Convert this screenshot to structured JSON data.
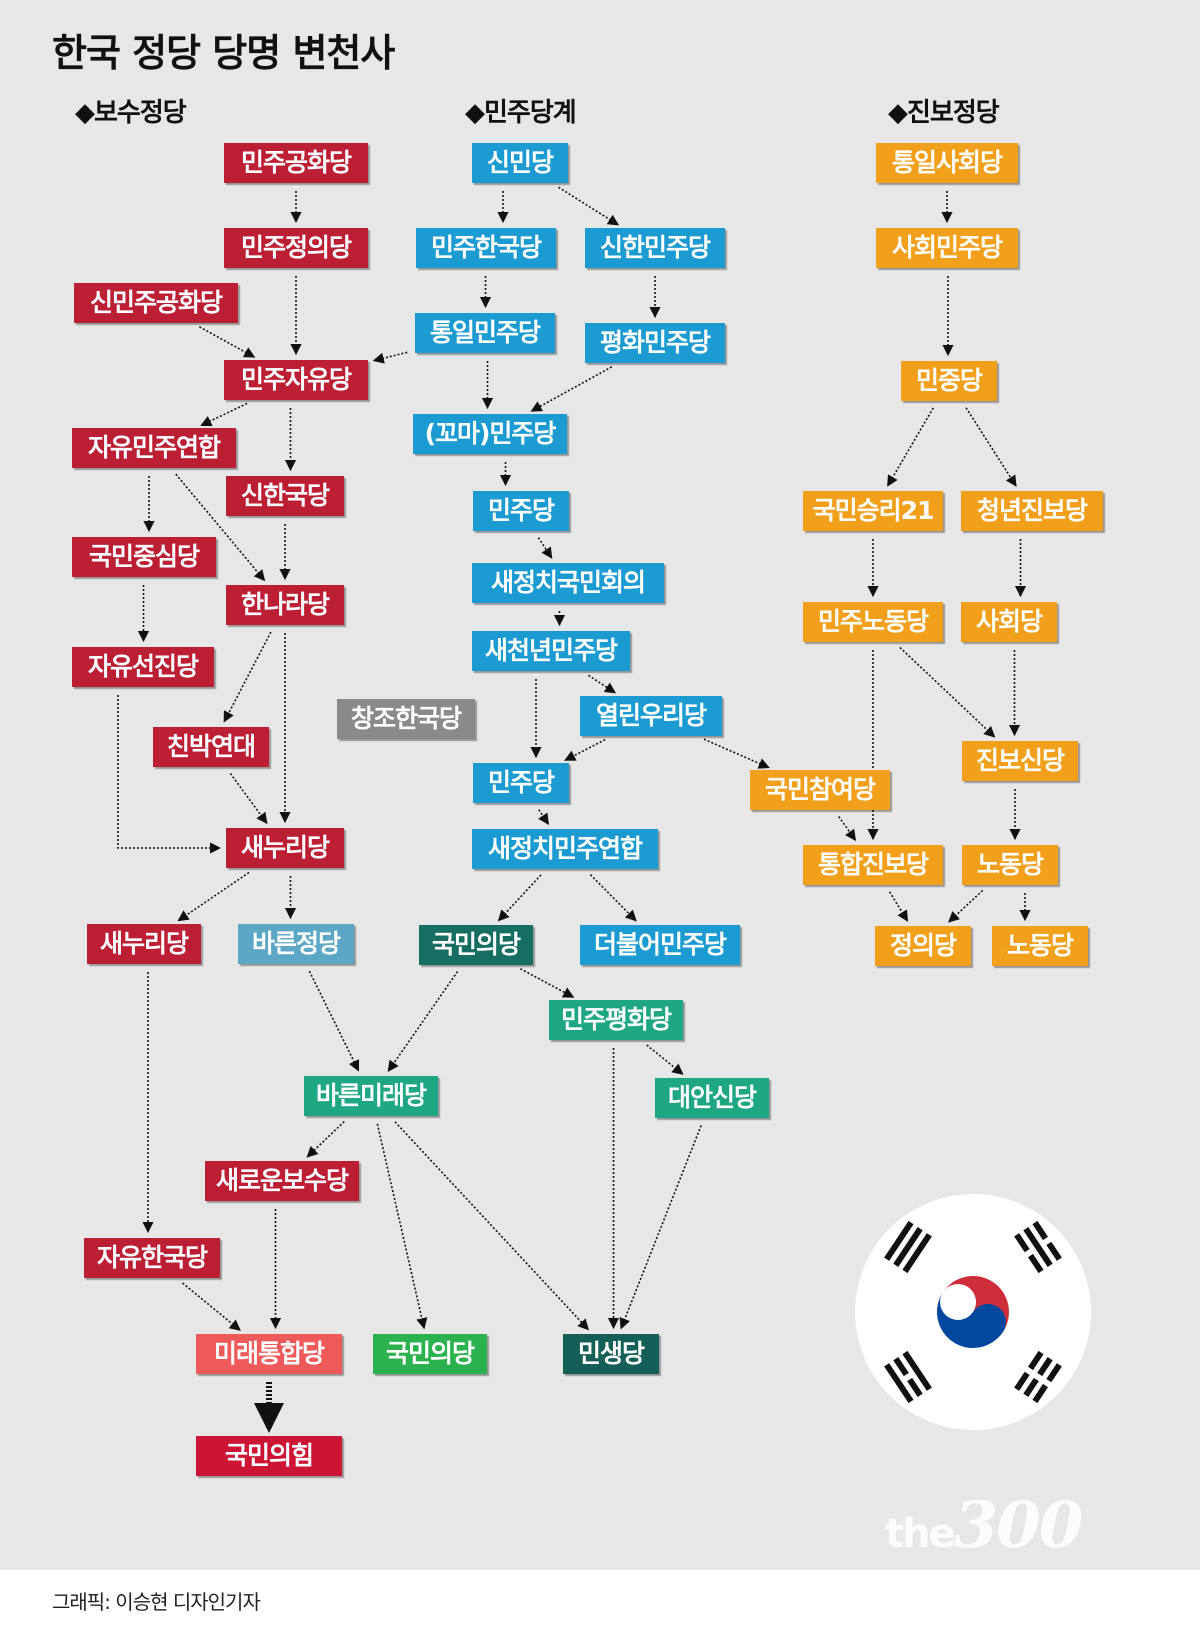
{
  "title": "한국 정당 당명 변천사",
  "credit": "그래픽: 이승현 디자인기자",
  "watermark": {
    "the": "the",
    "num": "300"
  },
  "colors": {
    "conservative": "#bc1f34",
    "minjoo": "#1b9bd1",
    "progressive": "#f2a01c",
    "changjo": "#8a8a8a",
    "bareun_jeongdang": "#5ca7c6",
    "gukmin_uidang_2016": "#166d62",
    "green": "#1fa784",
    "gukmin_uidang_2022": "#2bb14d",
    "minsaeng": "#145f57",
    "future_united": "#ee5a5a",
    "ppp": "#cc1535"
  },
  "columns": [
    {
      "id": "conservative",
      "label": "◆보수정당"
    },
    {
      "id": "minjoo",
      "label": "◆민주당계"
    },
    {
      "id": "progressive",
      "label": "◆진보정당"
    }
  ],
  "parties": [
    {
      "id": "c1",
      "label": "민주공화당",
      "color": "conservative"
    },
    {
      "id": "c2",
      "label": "민주정의당",
      "color": "conservative"
    },
    {
      "id": "c3",
      "label": "신민주공화당",
      "color": "conservative"
    },
    {
      "id": "c4",
      "label": "민주자유당",
      "color": "conservative"
    },
    {
      "id": "c5",
      "label": "자유민주연합",
      "color": "conservative"
    },
    {
      "id": "c6",
      "label": "신한국당",
      "color": "conservative"
    },
    {
      "id": "c7",
      "label": "국민중심당",
      "color": "conservative"
    },
    {
      "id": "c8",
      "label": "한나라당",
      "color": "conservative"
    },
    {
      "id": "c9",
      "label": "자유선진당",
      "color": "conservative"
    },
    {
      "id": "c10",
      "label": "친박연대",
      "color": "conservative"
    },
    {
      "id": "c11",
      "label": "새누리당",
      "color": "conservative"
    },
    {
      "id": "c12",
      "label": "새누리당",
      "color": "conservative"
    },
    {
      "id": "c13",
      "label": "바른정당",
      "color": "bareun_jeongdang"
    },
    {
      "id": "c14",
      "label": "새로운보수당",
      "color": "conservative"
    },
    {
      "id": "c15",
      "label": "자유한국당",
      "color": "conservative"
    },
    {
      "id": "c16",
      "label": "미래통합당",
      "color": "future_united"
    },
    {
      "id": "c17",
      "label": "국민의힘",
      "color": "ppp"
    },
    {
      "id": "m1",
      "label": "신민당",
      "color": "minjoo"
    },
    {
      "id": "m2",
      "label": "민주한국당",
      "color": "minjoo"
    },
    {
      "id": "m3",
      "label": "신한민주당",
      "color": "minjoo"
    },
    {
      "id": "m4",
      "label": "통일민주당",
      "color": "minjoo"
    },
    {
      "id": "m5",
      "label": "평화민주당",
      "color": "minjoo"
    },
    {
      "id": "m6",
      "label": "(꼬마)민주당",
      "color": "minjoo"
    },
    {
      "id": "m7",
      "label": "민주당",
      "color": "minjoo"
    },
    {
      "id": "m8",
      "label": "새정치국민회의",
      "color": "minjoo"
    },
    {
      "id": "m9",
      "label": "새천년민주당",
      "color": "minjoo"
    },
    {
      "id": "m10",
      "label": "창조한국당",
      "color": "changjo"
    },
    {
      "id": "m11",
      "label": "열린우리당",
      "color": "minjoo"
    },
    {
      "id": "m12",
      "label": "민주당",
      "color": "minjoo"
    },
    {
      "id": "m13",
      "label": "새정치민주연합",
      "color": "minjoo"
    },
    {
      "id": "m14",
      "label": "국민의당",
      "color": "gukmin_uidang_2016"
    },
    {
      "id": "m15",
      "label": "더불어민주당",
      "color": "minjoo"
    },
    {
      "id": "m16",
      "label": "민주평화당",
      "color": "green"
    },
    {
      "id": "m17",
      "label": "바른미래당",
      "color": "green"
    },
    {
      "id": "m18",
      "label": "대안신당",
      "color": "green"
    },
    {
      "id": "m19",
      "label": "국민의당",
      "color": "gukmin_uidang_2022"
    },
    {
      "id": "m20",
      "label": "민생당",
      "color": "minsaeng"
    },
    {
      "id": "p1",
      "label": "통일사회당",
      "color": "progressive"
    },
    {
      "id": "p2",
      "label": "사회민주당",
      "color": "progressive"
    },
    {
      "id": "p3",
      "label": "민중당",
      "color": "progressive"
    },
    {
      "id": "p4",
      "label": "국민승리21",
      "color": "progressive"
    },
    {
      "id": "p5",
      "label": "청년진보당",
      "color": "progressive"
    },
    {
      "id": "p6",
      "label": "민주노동당",
      "color": "progressive"
    },
    {
      "id": "p7",
      "label": "사회당",
      "color": "progressive"
    },
    {
      "id": "p8",
      "label": "진보신당",
      "color": "progressive"
    },
    {
      "id": "p9",
      "label": "국민참여당",
      "color": "progressive"
    },
    {
      "id": "p10",
      "label": "통합진보당",
      "color": "progressive"
    },
    {
      "id": "p11",
      "label": "노동당",
      "color": "progressive"
    },
    {
      "id": "p12",
      "label": "정의당",
      "color": "progressive"
    },
    {
      "id": "p13",
      "label": "노동당",
      "color": "progressive"
    }
  ],
  "edges": [
    [
      "c1",
      "c2"
    ],
    [
      "c2",
      "c4"
    ],
    [
      "c3",
      "c4"
    ],
    [
      "m4",
      "c4"
    ],
    [
      "c4",
      "c5"
    ],
    [
      "c4",
      "c6"
    ],
    [
      "c5",
      "c7"
    ],
    [
      "c5",
      "c8"
    ],
    [
      "c6",
      "c8"
    ],
    [
      "c7",
      "c9"
    ],
    [
      "c8",
      "c10"
    ],
    [
      "c8",
      "c11"
    ],
    [
      "c9",
      "c11"
    ],
    [
      "c10",
      "c11"
    ],
    [
      "c11",
      "c12"
    ],
    [
      "c11",
      "c13"
    ],
    [
      "c12",
      "c15"
    ],
    [
      "c13",
      "m17"
    ],
    [
      "m17",
      "c14"
    ],
    [
      "c14",
      "c16"
    ],
    [
      "c15",
      "c16"
    ],
    [
      "c16",
      "c17"
    ],
    [
      "m1",
      "m2"
    ],
    [
      "m1",
      "m3"
    ],
    [
      "m2",
      "m4"
    ],
    [
      "m3",
      "m5"
    ],
    [
      "m4",
      "m6"
    ],
    [
      "m5",
      "m6"
    ],
    [
      "m6",
      "m7"
    ],
    [
      "m7",
      "m8"
    ],
    [
      "m8",
      "m9"
    ],
    [
      "m9",
      "m11"
    ],
    [
      "m9",
      "m12"
    ],
    [
      "m11",
      "m12"
    ],
    [
      "m11",
      "p9"
    ],
    [
      "m12",
      "m13"
    ],
    [
      "m13",
      "m14"
    ],
    [
      "m13",
      "m15"
    ],
    [
      "m14",
      "m16"
    ],
    [
      "m14",
      "m17"
    ],
    [
      "m16",
      "m18"
    ],
    [
      "m16",
      "m20"
    ],
    [
      "m17",
      "m19"
    ],
    [
      "m17",
      "m20"
    ],
    [
      "m18",
      "m20"
    ],
    [
      "p1",
      "p2"
    ],
    [
      "p2",
      "p3"
    ],
    [
      "p3",
      "p4"
    ],
    [
      "p3",
      "p5"
    ],
    [
      "p4",
      "p6"
    ],
    [
      "p5",
      "p7"
    ],
    [
      "p6",
      "p8"
    ],
    [
      "p6",
      "p10"
    ],
    [
      "p7",
      "p8"
    ],
    [
      "p8",
      "p11"
    ],
    [
      "p9",
      "p10"
    ],
    [
      "p10",
      "p12"
    ],
    [
      "p11",
      "p12"
    ],
    [
      "p11",
      "p13"
    ]
  ]
}
